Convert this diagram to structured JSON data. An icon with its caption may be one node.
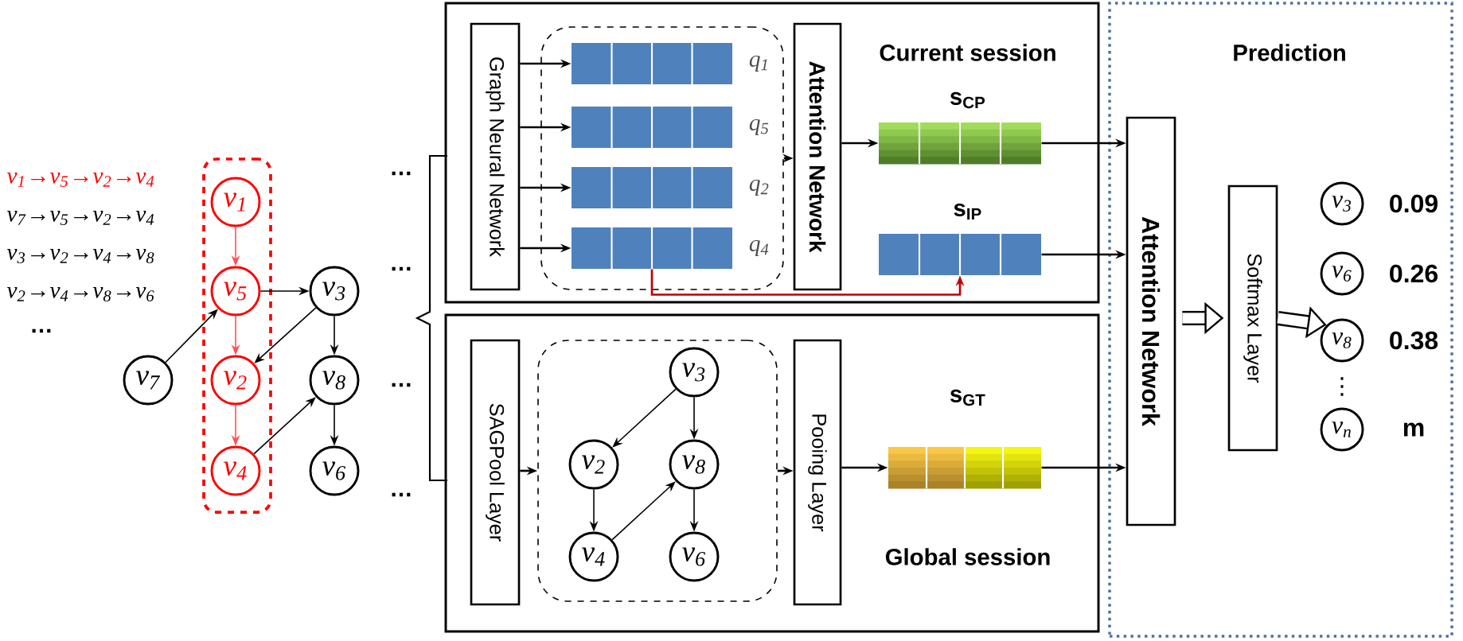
{
  "diagram": {
    "nodes": [
      {
        "text": [],
        "shape": "box"
      },
      {
        "text": [
          "v$_{1}$"
        ],
        "in": 0
      },
      {
        "text": [
          "v$_{5}$"
        ],
        "in": 0
      },
      {
        "text": [
          "v$_{2}$"
        ],
        "in": 0
      },
      {
        "text": [
          "v$_{4}$"
        ],
        "in": 0
      },
      {
        "text": [
          "v$_{7}$"
        ]
      },
      {
        "text": [
          "v$_{3}$"
        ]
      },
      {
        "text": [
          "v$_{8}$"
        ]
      },
      {
        "text": [
          "v$_{6}$"
        ]
      },
      {
        "text": [
          "Current session"
        ]
      },
      {
        "text": [
          "Graph Neural Network"
        ],
        "in": 9
      },
      {
        "text": [],
        "shape": "box",
        "in": 9
      },
      {
        "text": [],
        "shape": "bar",
        "beside": [
          "q$_{1}$"
        ],
        "in": 11
      },
      {
        "text": [],
        "shape": "bar",
        "beside": [
          "q$_{5}$"
        ],
        "in": 11
      },
      {
        "text": [],
        "shape": "bar",
        "beside": [
          "q$_{2}$"
        ],
        "in": 11
      },
      {
        "text": [],
        "shape": "bar",
        "beside": [
          "q$_{4}$"
        ],
        "in": 11
      },
      {
        "text": [
          "Attention Network"
        ],
        "in": 9
      },
      {
        "text": [
          "s$_{CP}$"
        ],
        "in": 9
      },
      {
        "text": [
          "s$_{IP}$"
        ],
        "in": 9
      },
      {
        "text": [
          "Global session"
        ]
      },
      {
        "text": [
          "SAGPool Layer"
        ],
        "in": 19
      },
      {
        "text": [],
        "shape": "box",
        "in": 19
      },
      {
        "text": [
          "v$_{3}$"
        ],
        "in": 21
      },
      {
        "text": [
          "v$_{2}$"
        ],
        "in": 21
      },
      {
        "text": [
          "v$_{8}$"
        ],
        "in": 21
      },
      {
        "text": [
          "v$_{4}$"
        ],
        "in": 21
      },
      {
        "text": [
          "v$_{6}$"
        ],
        "in": 21
      },
      {
        "text": [
          "Pooing Layer"
        ],
        "in": 19
      },
      {
        "text": [
          "s$_{GT}$"
        ],
        "in": 19
      },
      {
        "text": [
          "Prediction"
        ]
      },
      {
        "text": [
          "Attention Network"
        ],
        "in": 29
      },
      {
        "text": [
          "Softmax Layer"
        ],
        "in": 29
      },
      {
        "text": [
          "v$_{3}$"
        ],
        "beside": [
          "0.09"
        ],
        "in": 29
      },
      {
        "text": [
          "v$_{6}$"
        ],
        "beside": [
          "0.26"
        ],
        "in": 29
      },
      {
        "text": [
          "v$_{8}$"
        ],
        "beside": [
          "0.38"
        ],
        "in": 29
      },
      {
        "text": [
          "v$_{n}$"
        ],
        "beside": [
          "m"
        ],
        "in": 29
      }
    ],
    "edges": [
      {
        "from": 1,
        "to": 2,
        "arrow": "to",
        "color": "#ff5050"
      },
      {
        "from": 2,
        "to": 3,
        "arrow": "to",
        "color": "#ff5050"
      },
      {
        "from": 3,
        "to": 4,
        "arrow": "to",
        "color": "#ff5050"
      },
      {
        "from": 5,
        "to": 2,
        "arrow": "to"
      },
      {
        "from": 2,
        "to": 6,
        "arrow": "to"
      },
      {
        "from": 6,
        "to": 3,
        "arrow": "to"
      },
      {
        "from": 6,
        "to": 7,
        "arrow": "to"
      },
      {
        "from": 4,
        "to": 7,
        "arrow": "to"
      },
      {
        "from": 7,
        "to": 8,
        "arrow": "to"
      },
      {
        "from": 10,
        "to": 12,
        "arrow": "to"
      },
      {
        "from": 10,
        "to": 13,
        "arrow": "to"
      },
      {
        "from": 10,
        "to": 14,
        "arrow": "to"
      },
      {
        "from": 10,
        "to": 15,
        "arrow": "to"
      },
      {
        "from": 11,
        "to": 16,
        "arrow": "to"
      },
      {
        "from": 16,
        "to": 17,
        "arrow": "to"
      },
      {
        "from": 15,
        "to": 18,
        "arrow": "to",
        "color": "#c00000"
      },
      {
        "from": 17,
        "to": 30,
        "arrow": "to"
      },
      {
        "from": 18,
        "to": 30,
        "arrow": "to"
      },
      {
        "from": 20,
        "to": 21,
        "arrow": "to"
      },
      {
        "from": 22,
        "to": 23,
        "arrow": "to"
      },
      {
        "from": 22,
        "to": 24,
        "arrow": "to"
      },
      {
        "from": 23,
        "to": 25,
        "arrow": "to"
      },
      {
        "from": 25,
        "to": 24,
        "arrow": "to"
      },
      {
        "from": 24,
        "to": 26,
        "arrow": "to"
      },
      {
        "from": 21,
        "to": 27,
        "arrow": "to"
      },
      {
        "from": 27,
        "to": 28,
        "arrow": "to"
      },
      {
        "from": 28,
        "to": 30,
        "arrow": "to"
      },
      {
        "from": 30,
        "to": 31,
        "arrow": "to",
        "style": "thick"
      },
      {
        "from": 31,
        "to": 34,
        "arrow": "to",
        "style": "thick"
      }
    ],
    "labels": [
      "v$_{1}$→v$_{5}$→v$_{2}$→v$_{4}$",
      "v$_{7}$→v$_{5}$→v$_{2}$→v$_{4}$",
      "v$_{3}$→v$_{2}$→v$_{4}$→v$_{8}$",
      "v$_{2}$→v$_{4}$→v$_{8}$→v$_{6}$",
      "…",
      "…",
      "…",
      "…",
      "…",
      "⋮"
    ]
  }
}
